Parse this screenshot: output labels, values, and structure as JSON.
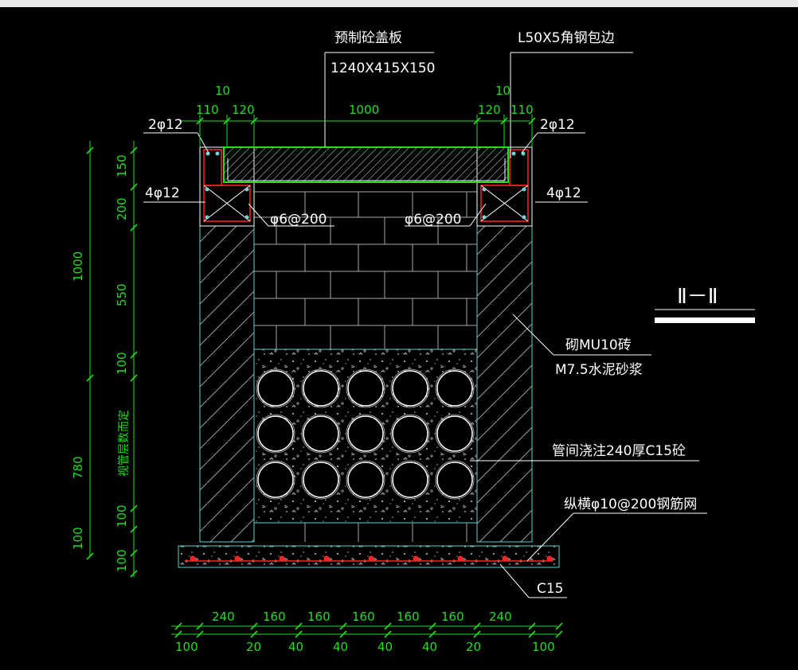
{
  "section_mark": "Ⅱ－Ⅱ",
  "colors": {
    "background": "#000000",
    "dimension": "#22dd22",
    "outline": "#5fd0d0",
    "rebar": "#ff2222",
    "text": "#ffffff"
  },
  "labels": {
    "cover_title": "预制砼盖板",
    "cover_size": "1240X415X150",
    "angle_steel": "L50X5角钢包边",
    "bar_top_left": "2φ12",
    "bar_top_right": "2φ12",
    "bar_mid_left": "4φ12",
    "bar_mid_right": "4φ12",
    "stirrup_left": "φ6@200",
    "stirrup_right": "φ6@200",
    "brick_line1": "砌MU10砖",
    "brick_line2": "M7.5水泥砂浆",
    "concrete_fill": "管间浇注240厚C15砼",
    "mesh": "纵横φ10@200钢筋网",
    "base": "C15"
  },
  "dims_top": {
    "row1": [
      "10",
      "10"
    ],
    "row2": [
      "110",
      "120",
      "1000",
      "120",
      "110"
    ]
  },
  "dims_left": {
    "outer": [
      "1000",
      "780",
      "100"
    ],
    "inner": [
      "150",
      "200",
      "550",
      "100",
      "100",
      "100"
    ],
    "note": "视管层数而定"
  },
  "dims_bottom": {
    "row1": [
      "240",
      "160",
      "160",
      "160",
      "160",
      "160",
      "240"
    ],
    "row2": [
      "100",
      "20",
      "40",
      "40",
      "40",
      "40",
      "20",
      "100"
    ]
  }
}
